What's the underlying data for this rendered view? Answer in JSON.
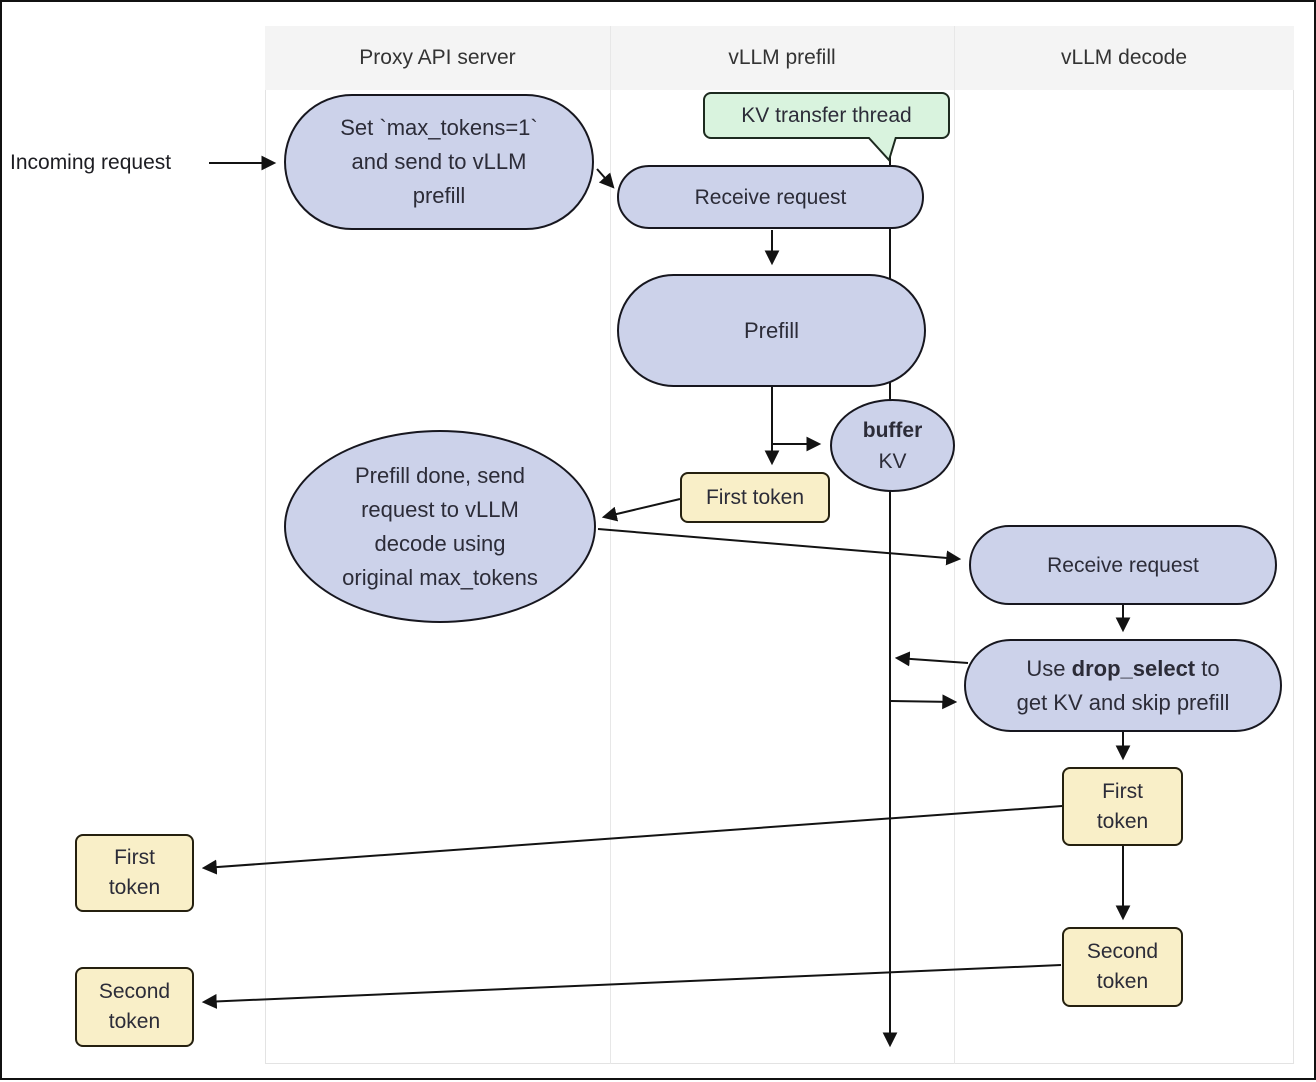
{
  "header": {
    "columns": [
      "Proxy API server",
      "vLLM prefill",
      "vLLM decode"
    ]
  },
  "labels": {
    "incoming": "Incoming request"
  },
  "nodes": {
    "set_max_tokens": "Set `max_tokens=1`\nand send to vLLM\nprefill",
    "kv_thread": "KV transfer thread",
    "receive_prefill": "Receive request",
    "prefill": "Prefill",
    "buffer": {
      "bold": "buffer",
      "rest": "KV"
    },
    "first_token_prefill": "First token",
    "prefill_done": "Prefill done, send\nrequest to vLLM\ndecode using\noriginal max_tokens",
    "receive_decode": "Receive request",
    "drop_select": {
      "pre": "Use ",
      "bold": "drop_select",
      "post": " to",
      "line2": "get KV and skip prefill"
    },
    "first_token_decode": "First\ntoken",
    "second_token_decode": "Second\ntoken",
    "first_token_out": "First\ntoken",
    "second_token_out": "Second\ntoken"
  },
  "colors": {
    "node_fill": "#ccd2ea",
    "node_border": "#17171f",
    "node_text": "#2c2c38",
    "token_fill": "#f9efc8",
    "thread_fill": "#d9f3de",
    "arrow": "#131313",
    "header_bg": "#f4f4f4",
    "panel_border": "#e3e3e3"
  }
}
